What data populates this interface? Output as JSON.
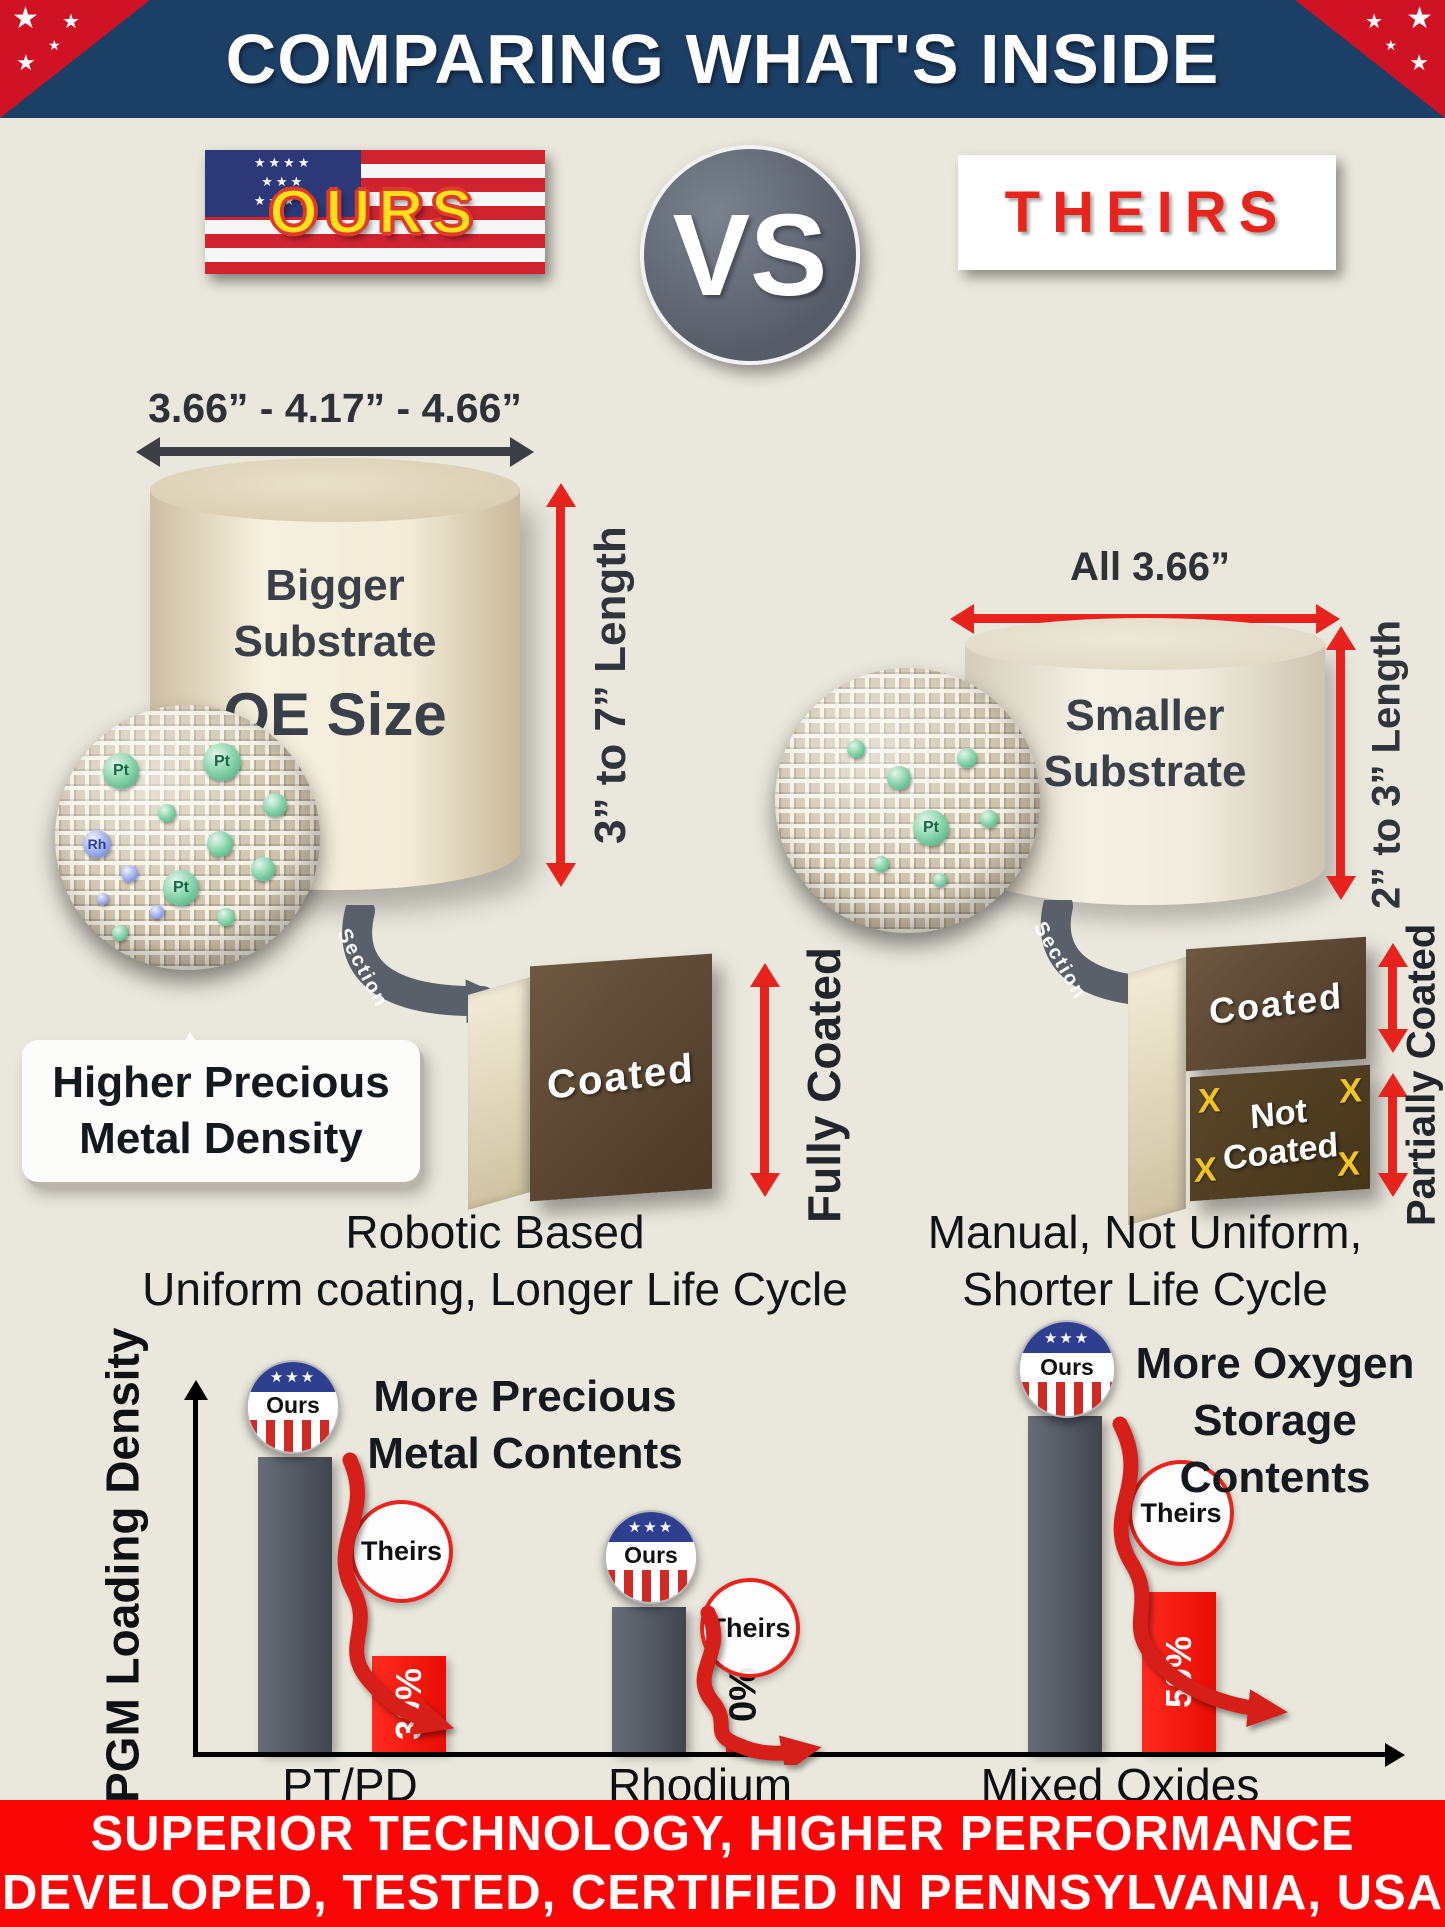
{
  "header": {
    "title": "COMPARING WHAT'S INSIDE"
  },
  "versus": {
    "ours": "OURS",
    "vs": "VS",
    "theirs": "THEIRS"
  },
  "ours": {
    "diameter": "3.66” - 4.17” - 4.66”",
    "substrate": [
      "Bigger",
      "Substrate",
      "OE Size"
    ],
    "length": "3” to 7” Length",
    "bubble": [
      "Higher Precious",
      "Metal Density"
    ],
    "section": "Section",
    "coated": "Coated",
    "coverage": "Fully Coated",
    "particles": {
      "pt": "Pt",
      "rh": "Rh"
    },
    "summary": [
      "Robotic Based",
      "Uniform coating, Longer Life Cycle"
    ]
  },
  "theirs": {
    "diameter": "All 3.66”",
    "substrate": [
      "Smaller",
      "Substrate"
    ],
    "length": "2” to 3” Length",
    "section": "Section",
    "coated": "Coated",
    "not_coated": [
      "Not",
      "Coated"
    ],
    "x_mark": "X",
    "coverage": "Partially Coated",
    "particle": "Pt",
    "summary": [
      "Manual, Not Uniform,",
      "Shorter Life Cycle"
    ]
  },
  "chart_data": {
    "type": "bar",
    "title": "",
    "xlabel": "",
    "ylabel": "PGM Loading Density",
    "categories": [
      "PT/PD",
      "Rhodium",
      "Mixed Oxides"
    ],
    "series": [
      {
        "name": "Ours",
        "color": "#565c66",
        "values": [
          100,
          49,
          114
        ]
      },
      {
        "name": "Theirs",
        "color": "#f20d04",
        "values": [
          30,
          0,
          50
        ]
      }
    ],
    "theirs_labels": [
      "30%",
      "0%",
      "50%"
    ],
    "badge_ours": "Ours",
    "badge_theirs": "Theirs",
    "annotation_precious": [
      "More Precious",
      "Metal Contents"
    ],
    "annotation_oxygen": [
      "More Oxygen",
      "Storage Contents"
    ],
    "ylim": [
      0,
      120
    ],
    "grid": false,
    "legend_position": "none"
  },
  "footer": {
    "line1": "SUPERIOR TECHNOLOGY, HIGHER PERFORMANCE",
    "line2": "DEVELOPED, TESTED, CERTIFIED IN PENNSYLVANIA, USA"
  },
  "colors": {
    "header_bg": "#1c3f66",
    "accent_red": "#e8221c",
    "bar_ours": "#565c66",
    "bar_theirs": "#f20d04",
    "footer_bg": "#fb0606",
    "background": "#eae7dc"
  }
}
